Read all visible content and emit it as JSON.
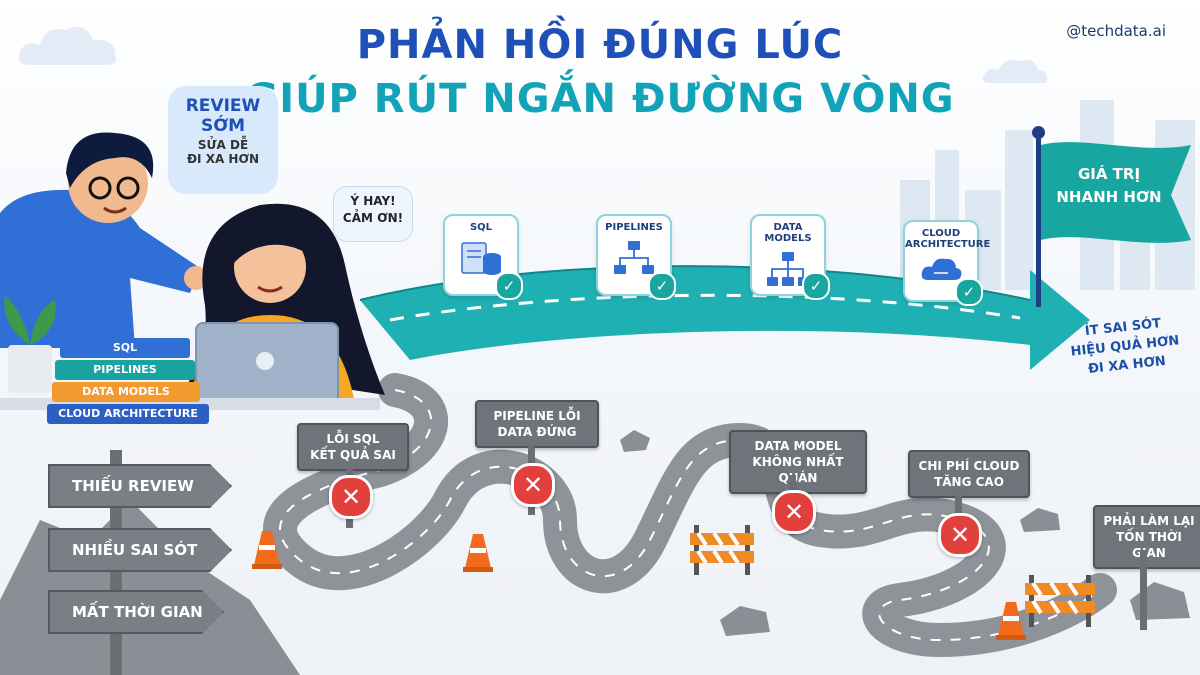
{
  "header": {
    "title_line1": "PHẢN HỒI ĐÚNG LÚC",
    "title_line2": "GIÚP RÚT NGẮN ĐƯỜNG VÒNG",
    "handle": "@techdata.ai"
  },
  "speech": {
    "man_line1": "REVIEW",
    "man_line2": "SỚM",
    "man_line3": "SỬA DỄ",
    "man_line4": "ĐI XA HƠN",
    "woman_line1": "Ý HAY!",
    "woman_line2": "CẢM ƠN!"
  },
  "books": [
    "SQL",
    "PIPELINES",
    "DATA MODELS",
    "CLOUD ARCHITECTURE"
  ],
  "book_colors": [
    "#2f6fd6",
    "#18a3a0",
    "#f39a2e",
    "#2b5fc4"
  ],
  "good_path": {
    "cards": [
      "SQL",
      "PIPELINES",
      "DATA MODELS",
      "CLOUD ARCHITECTURE"
    ],
    "flag_line1": "GIÁ TRỊ",
    "flag_line2": "NHANH HƠN",
    "outcomes": [
      "ÍT SAI SÓT",
      "HIỆU QUẢ HƠN",
      "ĐI XA HƠN"
    ],
    "accent": "#17a6a0"
  },
  "bad_path": {
    "signs": [
      {
        "line1": "LỖI SQL",
        "line2": "KẾT QUẢ SAI"
      },
      {
        "line1": "PIPELINE LỖI",
        "line2": "DATA ĐỨNG"
      },
      {
        "line1": "DATA MODEL",
        "line2": "KHÔNG NHẤT QUÁN"
      },
      {
        "line1": "CHI PHÍ CLOUD",
        "line2": "TĂNG CAO"
      },
      {
        "line1": "PHẢI LÀM LẠI",
        "line2": "TỐN THỜI GIAN"
      }
    ],
    "signpost": [
      "THIẾU REVIEW",
      "NHIỀU SAI SÓT",
      "MẤT THỜI GIAN"
    ],
    "error_color": "#e2403c"
  }
}
